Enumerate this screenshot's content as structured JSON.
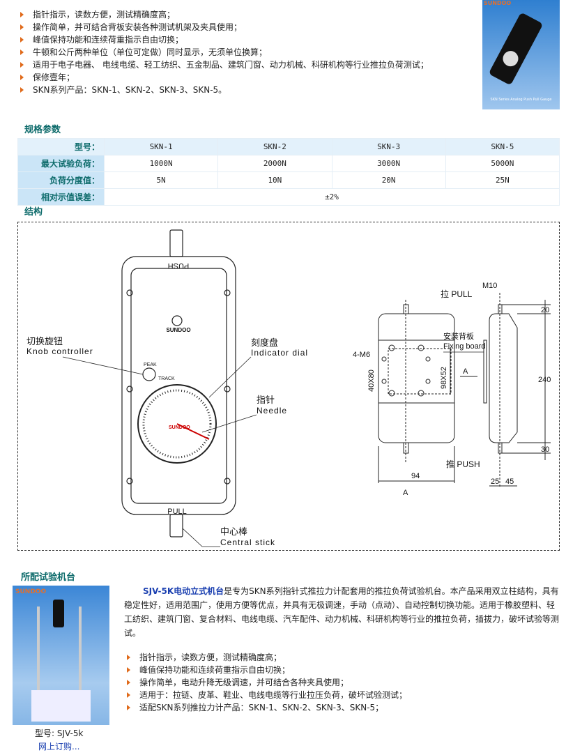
{
  "features": [
    "指针指示，读数方便，测试精确度高；",
    "操作简单，并可结合背板安装各种测试机架及夹具使用；",
    "峰值保持功能和连续荷重指示自由切换；",
    "牛顿和公斤两种单位（单位可定做）同时显示，无须单位换算；",
    "适用于电子电器、 电线电缆、轻工纺织、五金制品、建筑门窗、动力机械、科研机构等行业推拉负荷测试；",
    "保修壹年；",
    "SKN系列产品：SKN-1、SKN-2、SKN-3、SKN-5。"
  ],
  "product_image": {
    "brand": "SUNDOO",
    "caption": "SKN Series Analog Push Pull Gauge"
  },
  "spec": {
    "title": "规格参数",
    "rows": [
      {
        "label": "型号：",
        "values": [
          "SKN-1",
          "SKN-2",
          "SKN-3",
          "SKN-5"
        ]
      },
      {
        "label": "最大试验负荷：",
        "values": [
          "1000N",
          "2000N",
          "3000N",
          "5000N"
        ]
      },
      {
        "label": "负荷分度值：",
        "values": [
          "5N",
          "10N",
          "20N",
          "25N"
        ]
      },
      {
        "label": "相对示值误差：",
        "value": "±2%"
      }
    ]
  },
  "structure": {
    "title": "结构",
    "labels": {
      "push": "PUSH",
      "brand": "SUNDOO",
      "knob_cn": "切换旋钮",
      "knob_en": "Knob controller",
      "peak": "PEAK",
      "track": "TRACK",
      "dial_cn": "刻度盘",
      "dial_en": "Indicator dial",
      "needle_cn": "指针",
      "needle_en": "Needle",
      "pull": "PULL",
      "stick_cn": "中心棒",
      "stick_en": "Central stick",
      "pull_side": "拉 PULL",
      "m10": "M10",
      "m6": "4-M6",
      "board_cn": "安装背板",
      "board_en": "Fixing board",
      "d4080": "40X80",
      "d9852": "98X52",
      "a_arrow": "A",
      "d20": "20",
      "d240": "240",
      "d30": "30",
      "push_side": "推 PUSH",
      "d94": "94",
      "a_view": "A",
      "d25": "25",
      "d45": "45"
    }
  },
  "machine": {
    "title": "所配试验机台",
    "image_brand": "SUNDOO",
    "model": "型号: SJV-5k",
    "buy_link": "网上订购...",
    "name": "SJV-5K电动立式机台",
    "desc": "是专为SKN系列指针式推拉力计配套用的推拉负荷试验机台。本产品采用双立柱结构，具有稳定性好，适用范围广，使用方便等优点，并具有无极调速，手动（点动）、自动控制切换功能。适用于橡胶塑料、轻工纺织、建筑门窗、复合材料、电线电缆、汽车配件、动力机械、科研机构等行业的推拉负荷，插拔力，破坏试验等测试。",
    "features": [
      "指针指示，读数方便，测试精确度高；",
      "峰值保持功能和连续荷重指示自由切换；",
      "操作简单，电动升降无级调速，并可结合各种夹具使用；",
      "适用于：拉链、皮革、鞋业、电线电缆等行业拉压负荷，破坏试验测试；",
      "适配SKN系列推拉力计产品：SKN-1、SKN-2、SKN-3、SKN-5；"
    ]
  },
  "colors": {
    "heading": "#0d6b6b",
    "bullet": "#e06a1a",
    "link": "#1a3fb0"
  }
}
